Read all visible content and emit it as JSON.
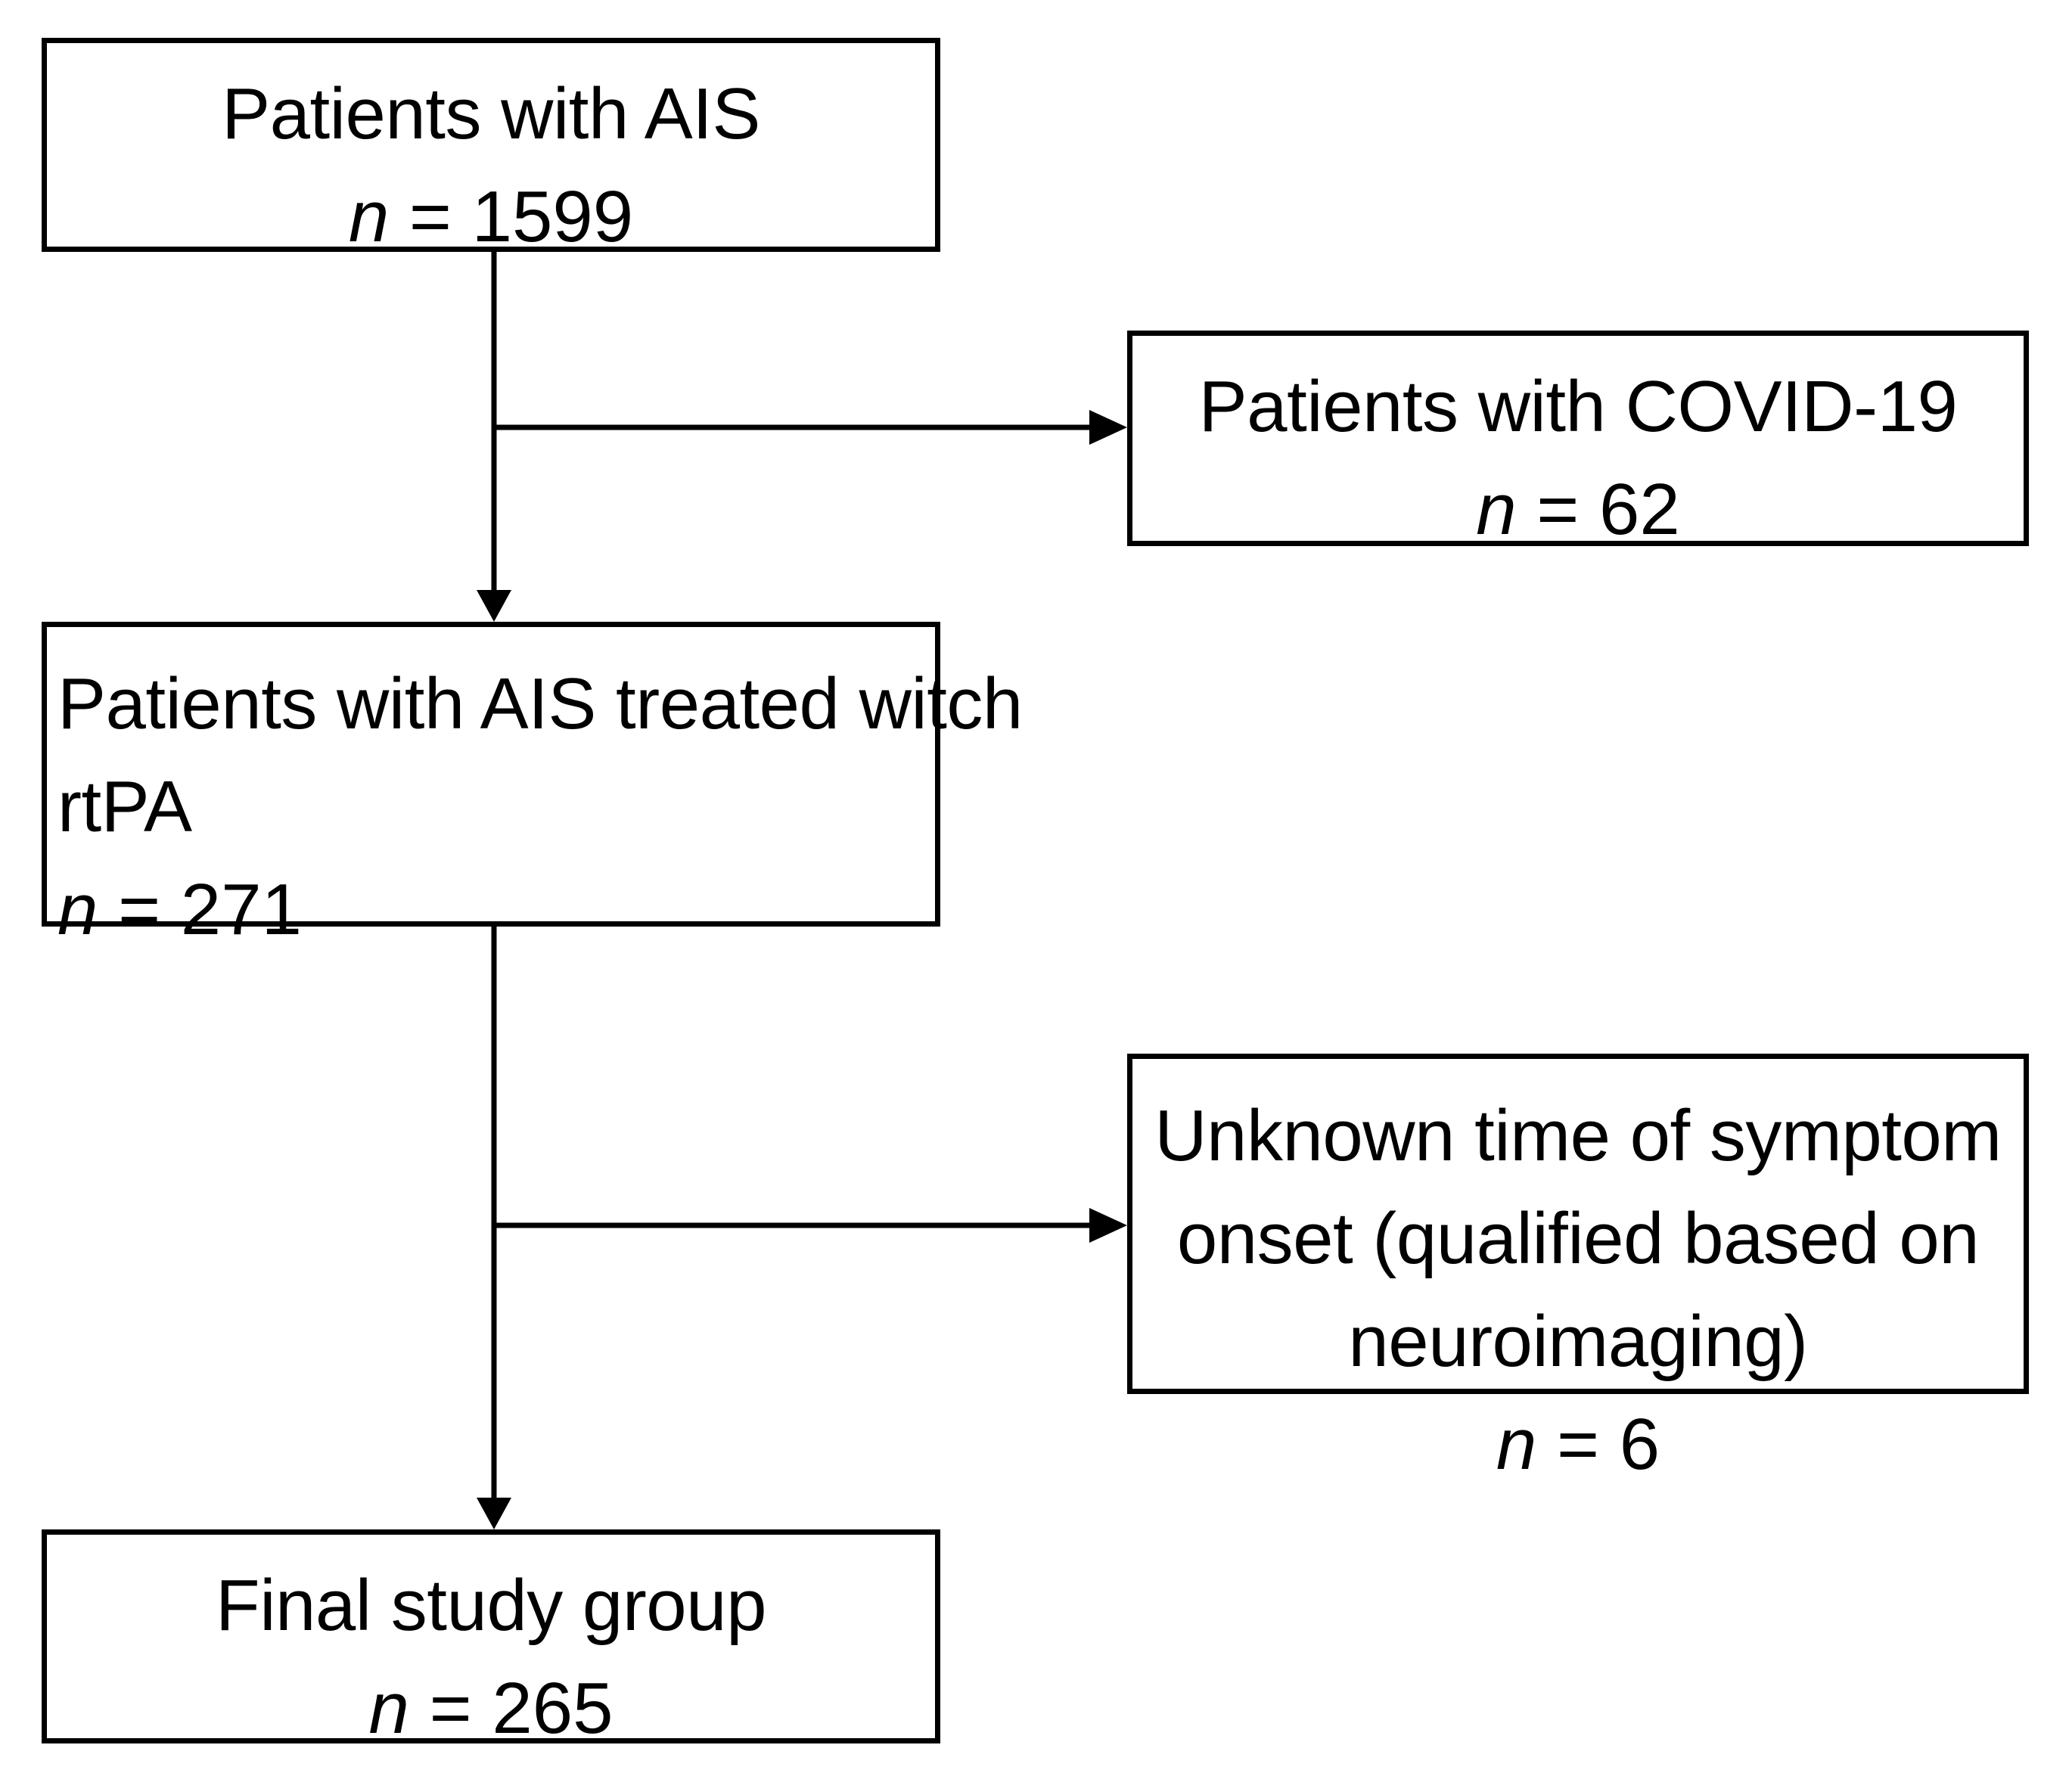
{
  "diagram": {
    "type": "flowchart",
    "title": "Patient selection flow diagram",
    "accent_color": "#000000",
    "background_color": "#ffffff",
    "nodes": [
      {
        "id": "ais",
        "label": "Patients with AIS",
        "count_prefix": "n",
        "count_separator": "=",
        "count_value": "1599",
        "count_text": "n = 1599"
      },
      {
        "id": "covid",
        "label": "Patients with COVID-19",
        "count_prefix": "n",
        "count_separator": "=",
        "count_value": "62",
        "count_text": "n = 62"
      },
      {
        "id": "rtpa",
        "label_line1": "Patients with AIS treated witch",
        "label_line2": "rtPA",
        "count_prefix": "n",
        "count_separator": "=",
        "count_value": "271",
        "count_text": "n = 271"
      },
      {
        "id": "unknown",
        "label_line1": "Unknown time of symptom",
        "label_line2": "onset (qualified based on",
        "label_line3": "neuroimaging)",
        "count_prefix": "n",
        "count_separator": "=",
        "count_value": "6",
        "count_text": "n = 6"
      },
      {
        "id": "final",
        "label": "Final study group",
        "count_prefix": "n",
        "count_separator": "=",
        "count_value": "265",
        "count_text": "n = 265"
      }
    ],
    "edges": [
      {
        "id": "ais-to-rtpa",
        "from": "ais",
        "to": "rtpa",
        "style": "arrow-down"
      },
      {
        "id": "ais-to-covid",
        "from": "ais",
        "to": "covid",
        "style": "arrow-right"
      },
      {
        "id": "rtpa-to-final",
        "from": "rtpa",
        "to": "final",
        "style": "arrow-down"
      },
      {
        "id": "rtpa-to-unknown",
        "from": "rtpa",
        "to": "unknown",
        "style": "arrow-right"
      }
    ]
  }
}
